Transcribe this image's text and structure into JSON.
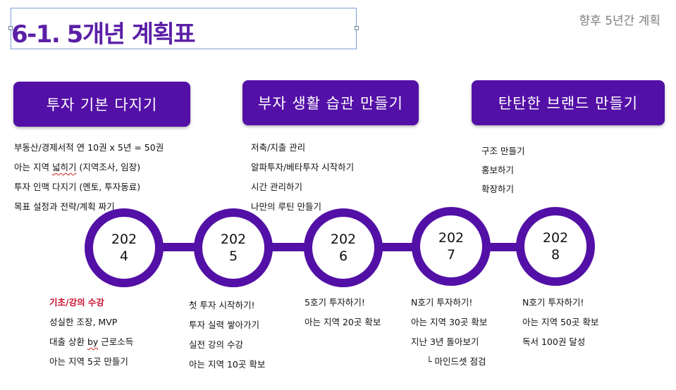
{
  "title": "6-1. 5개년 계획표",
  "subtitle": "향후 5년간 계획",
  "categories": [
    {
      "heading": "투자 기본 다지기",
      "items": [
        "부동산/경제서적 연 10권 x 5년 = 50권",
        "아는 지역 넓히기 (지역조사, 임장)",
        "투자 인맥 다지기 (멘토, 투자동료)",
        "목표 설정과 전략/계획 짜기"
      ]
    },
    {
      "heading": "부자 생활 습관 만들기",
      "items": [
        "저축/지출 관리",
        "알파투자/베타투자 시작하기",
        "시간 관리하기",
        "나만의 루틴 만들기"
      ]
    },
    {
      "heading": "탄탄한 브랜드 만들기",
      "items": [
        "구조 만들기",
        "홍보하기",
        "확장하기"
      ]
    }
  ],
  "timeline": [
    {
      "year_a": "202",
      "year_b": "4",
      "items": [
        "기초/강의 수강",
        "성실한 조장, MVP",
        "대출 상환 by 근로소득",
        "아는 지역 5곳 만들기"
      ]
    },
    {
      "year_a": "202",
      "year_b": "5",
      "items": [
        "첫 투자 시작하기!",
        "투자 실력 쌓아가기",
        "실전 강의 수강",
        "아는 지역 10곳 확보"
      ]
    },
    {
      "year_a": "202",
      "year_b": "6",
      "items": [
        "5호기 투자하기!",
        "아는 지역 20곳 확보"
      ]
    },
    {
      "year_a": "202",
      "year_b": "7",
      "items": [
        "N호기 투자하기!",
        "아는 지역 30곳 확보",
        "지난 3년 돌아보기",
        "└ 마인드셋 점검"
      ]
    },
    {
      "year_a": "202",
      "year_b": "8",
      "items": [
        "N호기 투자하기!",
        "아는 지역 50곳 확보",
        "독서 100권 달성"
      ]
    }
  ],
  "colors": {
    "accent": "#5310a6",
    "title": "#5b1fa6",
    "highlight": "#c8102e",
    "subtitle": "#7f7f7f"
  }
}
